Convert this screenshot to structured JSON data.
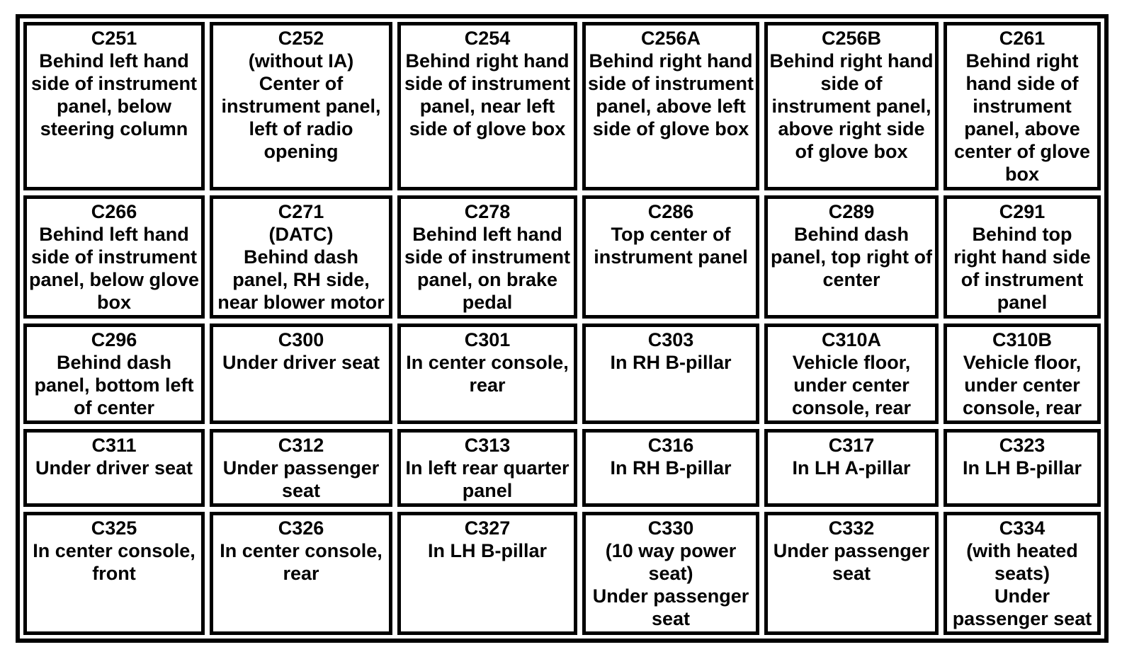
{
  "table": {
    "rows": 5,
    "columns": 6,
    "border_color": "#000000",
    "background_color": "#ffffff",
    "text_color": "#000000",
    "cells": [
      {
        "code": "C251",
        "qualifier": "",
        "location": "Behind left hand side of instrument panel, below steering column"
      },
      {
        "code": "C252",
        "qualifier": "(without IA)",
        "location": "Center of instrument panel, left of radio opening"
      },
      {
        "code": "C254",
        "qualifier": "",
        "location": "Behind right hand side of instrument panel, near left side of glove box"
      },
      {
        "code": "C256A",
        "qualifier": "",
        "location": "Behind right hand side of instrument panel, above left side of glove box"
      },
      {
        "code": "C256B",
        "qualifier": "",
        "location": "Behind right hand side of instrument panel, above right side of glove box"
      },
      {
        "code": "C261",
        "qualifier": "",
        "location": "Behind right hand side of instrument panel, above center of glove box"
      },
      {
        "code": "C266",
        "qualifier": "",
        "location": "Behind left hand side of instrument panel, below glove box"
      },
      {
        "code": "C271",
        "qualifier": "(DATC)",
        "location": "Behind dash panel, RH side, near blower motor"
      },
      {
        "code": "C278",
        "qualifier": "",
        "location": "Behind left hand side of instrument panel, on brake pedal"
      },
      {
        "code": "C286",
        "qualifier": "",
        "location": "Top center of instrument panel"
      },
      {
        "code": "C289",
        "qualifier": "",
        "location": "Behind dash panel, top right of center"
      },
      {
        "code": "C291",
        "qualifier": "",
        "location": "Behind top right hand side of instrument panel"
      },
      {
        "code": "C296",
        "qualifier": "",
        "location": "Behind dash panel, bottom left of center"
      },
      {
        "code": "C300",
        "qualifier": "",
        "location": "Under driver seat"
      },
      {
        "code": "C301",
        "qualifier": "",
        "location": "In center console, rear"
      },
      {
        "code": "C303",
        "qualifier": "",
        "location": "In RH B-pillar"
      },
      {
        "code": "C310A",
        "qualifier": "",
        "location": "Vehicle floor, under center console, rear"
      },
      {
        "code": "C310B",
        "qualifier": "",
        "location": "Vehicle floor, under center console, rear"
      },
      {
        "code": "C311",
        "qualifier": "",
        "location": "Under driver seat"
      },
      {
        "code": "C312",
        "qualifier": "",
        "location": "Under passenger seat"
      },
      {
        "code": "C313",
        "qualifier": "",
        "location": "In left rear quarter panel"
      },
      {
        "code": "C316",
        "qualifier": "",
        "location": "In RH B-pillar"
      },
      {
        "code": "C317",
        "qualifier": "",
        "location": "In LH A-pillar"
      },
      {
        "code": "C323",
        "qualifier": "",
        "location": "In LH B-pillar"
      },
      {
        "code": "C325",
        "qualifier": "",
        "location": "In center console, front"
      },
      {
        "code": "C326",
        "qualifier": "",
        "location": "In center console, rear"
      },
      {
        "code": "C327",
        "qualifier": "",
        "location": "In LH B-pillar"
      },
      {
        "code": "C330",
        "qualifier": "(10 way power seat)",
        "location": "Under passenger seat"
      },
      {
        "code": "C332",
        "qualifier": "",
        "location": "Under passenger seat"
      },
      {
        "code": "C334",
        "qualifier": "(with heated seats)",
        "location": "Under passenger seat"
      }
    ]
  }
}
